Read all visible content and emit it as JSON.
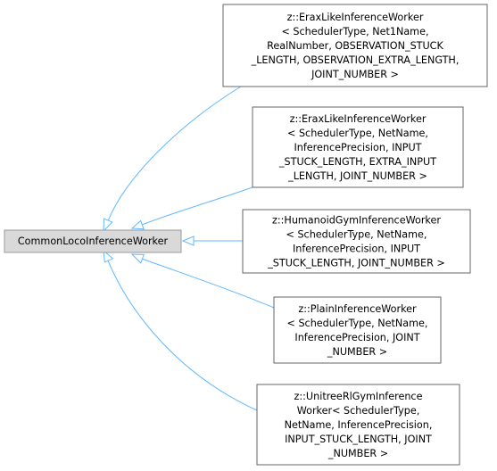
{
  "base_class": {
    "label": "CommonLocoInferenceWorker"
  },
  "derived_classes": [
    {
      "id": "erax-like-inference-worker-1",
      "lines": [
        "z::EraxLikeInferenceWorker",
        "< SchedulerType, Net1Name,",
        "RealNumber, OBSERVATION_STUCK",
        "_LENGTH, OBSERVATION_EXTRA_LENGTH,",
        "JOINT_NUMBER >"
      ]
    },
    {
      "id": "erax-like-inference-worker-2",
      "lines": [
        "z::EraxLikeInferenceWorker",
        "< SchedulerType, NetName,",
        "InferencePrecision, INPUT",
        "_STUCK_LENGTH, EXTRA_INPUT",
        "_LENGTH, JOINT_NUMBER >"
      ]
    },
    {
      "id": "humanoid-gym-inference-worker",
      "lines": [
        "z::HumanoidGymInferenceWorker",
        "< SchedulerType, NetName,",
        "InferencePrecision, INPUT",
        "_STUCK_LENGTH, JOINT_NUMBER >"
      ]
    },
    {
      "id": "plain-inference-worker",
      "lines": [
        "z::PlainInferenceWorker",
        "< SchedulerType, NetName,",
        "InferencePrecision, JOINT",
        "_NUMBER >"
      ]
    },
    {
      "id": "unitree-rl-gym-inference-worker",
      "lines": [
        "z::UnitreeRlGymInference",
        "Worker< SchedulerType,",
        "NetName, InferencePrecision,",
        "INPUT_STUCK_LENGTH, JOINT",
        "_NUMBER >"
      ]
    }
  ],
  "colors": {
    "edge": "#63b8ff",
    "base_fill": "#d9d9d9",
    "node_border": "#666666"
  }
}
